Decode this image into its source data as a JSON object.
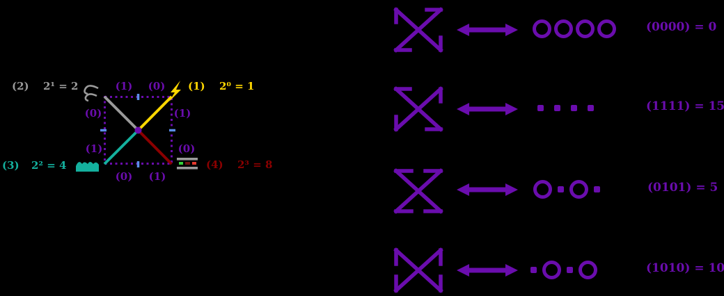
{
  "colors": {
    "purple": "#6A0DAD",
    "gray": "#9A9A9A",
    "yellow": "#FFD700",
    "teal": "#14B09E",
    "darkred": "#8B0000",
    "tick_blue": "#5B8DE8",
    "road_green": "#35D03A",
    "road_darkred": "#6E1010",
    "road_red": "#E23A2E"
  },
  "encoding_diagram": {
    "corner_labels": {
      "air": {
        "order": "(2)",
        "power": "2¹ = 2"
      },
      "fire": {
        "order": "(1)",
        "power": "2⁰ = 1"
      },
      "water": {
        "order": "(3)",
        "power": "2² = 4"
      },
      "earth": {
        "order": "(4)",
        "power": "2³ = 8"
      }
    },
    "icons": [
      "wind-icon",
      "lightning-icon",
      "waves-icon",
      "road-icon"
    ],
    "edge_bits": {
      "top_left": "(1)",
      "top_right": "(0)",
      "left_top": "(0)",
      "left_bottom": "(1)",
      "right_top": "(1)",
      "right_bottom": "(0)",
      "bottom_left": "(0)",
      "bottom_right": "(1)"
    }
  },
  "mappings": [
    {
      "bits": "0000",
      "value": "0",
      "label": "(0000) = 0",
      "dots": [
        "ring",
        "ring",
        "ring",
        "ring"
      ]
    },
    {
      "bits": "1111",
      "value": "15",
      "label": "(1111) = 15",
      "dots": [
        "dot",
        "dot",
        "dot",
        "dot"
      ]
    },
    {
      "bits": "0101",
      "value": "5",
      "label": "(0101) = 5",
      "dots": [
        "ring",
        "dot",
        "ring",
        "dot"
      ]
    },
    {
      "bits": "1010",
      "value": "10",
      "label": "(1010) = 10",
      "dots": [
        "dot",
        "ring",
        "dot",
        "ring"
      ]
    }
  ]
}
